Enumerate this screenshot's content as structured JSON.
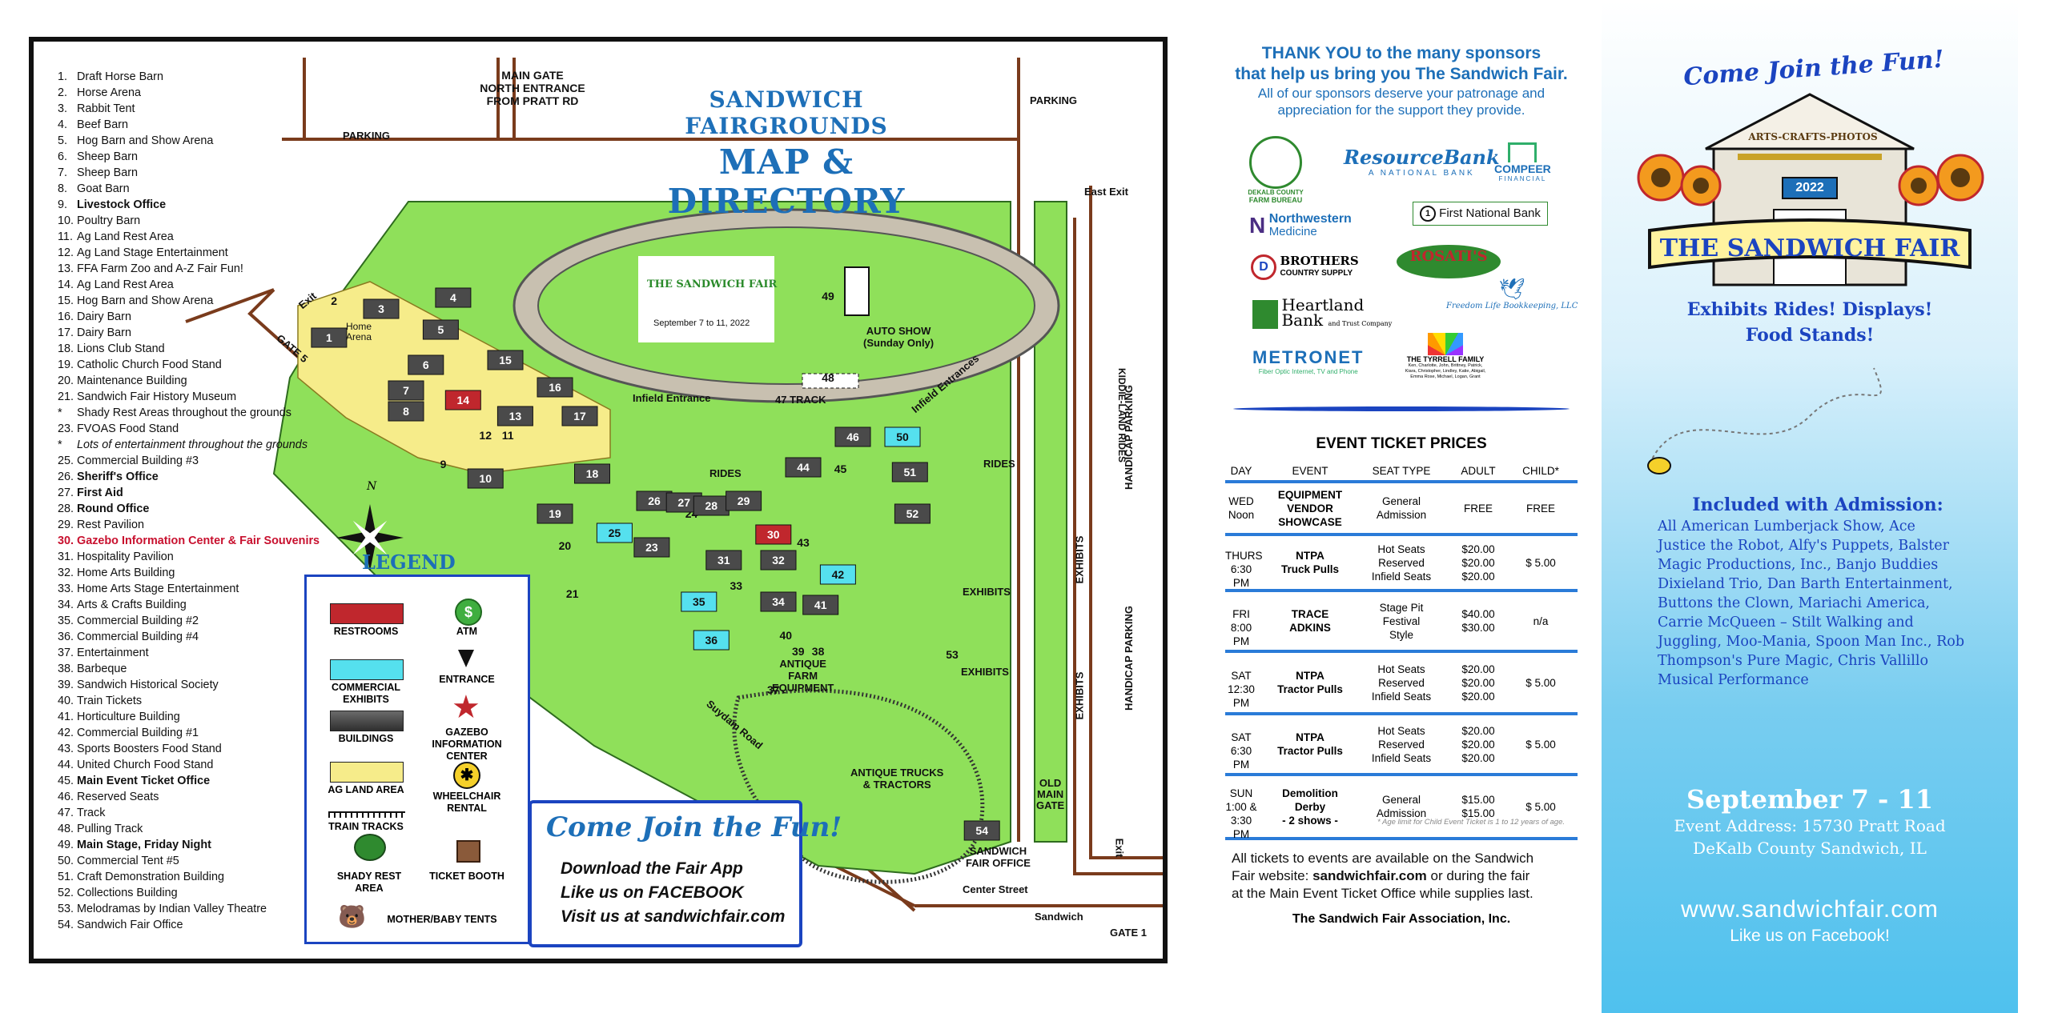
{
  "map": {
    "title_line1": "SANDWICH FAIRGROUNDS",
    "title_line2": "MAP & DIRECTORY",
    "main_gate": [
      "MAIN GATE",
      "NORTH ENTRANCE",
      "FROM PRATT RD"
    ],
    "parking_left": "PARKING",
    "parking_right": "PARKING",
    "east_exit": "East Exit",
    "exit_left": "Exit",
    "gate5": "GATE 5",
    "exit_bottom": "Exit",
    "handicap_parking_top": "HANDICAP PARKING",
    "handicap_parking_bottom": "HANDICAP PARKING",
    "infield_entrance": "Infield Entrance",
    "infield_entrances": "Infield Entrances",
    "track": "47 TRACK",
    "auto_show": [
      "AUTO SHOW",
      "(Sunday Only)"
    ],
    "rides_1": "RIDES",
    "rides_2": "RIDES",
    "kiddieland": "KIDDIE-LAND RIDES",
    "exhibits_1": "EXHIBITS",
    "exhibits_2": "EXHIBITS",
    "exhibits_3": "EXHIBITS",
    "exhibits_4": "EXHIBITS",
    "antique_farm": [
      "ANTIQUE",
      "FARM",
      "EQUIPMENT"
    ],
    "antique_trucks": [
      "ANTIQUE TRUCKS",
      "& TRACTORS"
    ],
    "old_main_gate": [
      "OLD",
      "MAIN",
      "GATE"
    ],
    "fair_office": [
      "SANDWICH",
      "FAIR OFFICE"
    ],
    "suydam_road": "Suydam Road",
    "center_street": "Center Street",
    "sandwich": "Sandwich",
    "gate1": "GATE 1",
    "home_arena": [
      "Home",
      "Arena"
    ],
    "track_logo_title": "THE SANDWICH FAIR",
    "track_logo_dates": "September 7 to 11, 2022",
    "compass": "N",
    "building_numbers": [
      "1",
      "2",
      "3",
      "4",
      "5",
      "6",
      "7",
      "8",
      "9",
      "10",
      "11",
      "12",
      "13",
      "14",
      "15",
      "16",
      "17",
      "18",
      "19",
      "20",
      "21",
      "23",
      "24",
      "25",
      "26",
      "27",
      "28",
      "29",
      "30",
      "31",
      "32",
      "33",
      "34",
      "35",
      "36",
      "37",
      "38",
      "39",
      "40",
      "41",
      "42",
      "43",
      "44",
      "45",
      "46",
      "48",
      "49",
      "50",
      "51",
      "52",
      "53",
      "54"
    ]
  },
  "directory": [
    {
      "n": "1.",
      "t": "Draft Horse Barn",
      "s": ""
    },
    {
      "n": "2.",
      "t": "Horse Arena",
      "s": ""
    },
    {
      "n": "3.",
      "t": "Rabbit Tent",
      "s": ""
    },
    {
      "n": "4.",
      "t": "Beef Barn",
      "s": ""
    },
    {
      "n": "5.",
      "t": "Hog Barn and Show Arena",
      "s": ""
    },
    {
      "n": "6.",
      "t": "Sheep Barn",
      "s": ""
    },
    {
      "n": "7.",
      "t": "Sheep Barn",
      "s": ""
    },
    {
      "n": "8.",
      "t": "Goat Barn",
      "s": ""
    },
    {
      "n": "9.",
      "t": "Livestock Office",
      "s": "b"
    },
    {
      "n": "10.",
      "t": "Poultry Barn",
      "s": ""
    },
    {
      "n": "11.",
      "t": "Ag Land Rest Area",
      "s": ""
    },
    {
      "n": "12.",
      "t": "Ag Land Stage Entertainment",
      "s": ""
    },
    {
      "n": "13.",
      "t": "FFA Farm Zoo and A-Z Fair Fun!",
      "s": ""
    },
    {
      "n": "14.",
      "t": "Ag Land Rest Area",
      "s": ""
    },
    {
      "n": "15.",
      "t": "Hog Barn and Show Arena",
      "s": ""
    },
    {
      "n": "16.",
      "t": "Dairy Barn",
      "s": ""
    },
    {
      "n": "17.",
      "t": "Dairy Barn",
      "s": ""
    },
    {
      "n": "18.",
      "t": "Lions Club Stand",
      "s": ""
    },
    {
      "n": "19.",
      "t": "Catholic Church Food Stand",
      "s": ""
    },
    {
      "n": "20.",
      "t": "Maintenance Building",
      "s": ""
    },
    {
      "n": "21.",
      "t": "Sandwich Fair History Museum",
      "s": ""
    },
    {
      "n": "*",
      "t": "Shady Rest Areas throughout the grounds",
      "s": ""
    },
    {
      "n": "23.",
      "t": "FVOAS Food Stand",
      "s": ""
    },
    {
      "n": "*",
      "t": "Lots of entertainment throughout the grounds",
      "s": "i"
    },
    {
      "n": "25.",
      "t": "Commercial Building #3",
      "s": ""
    },
    {
      "n": "26.",
      "t": "Sheriff's Office",
      "s": "b"
    },
    {
      "n": "27.",
      "t": "First Aid",
      "s": "b"
    },
    {
      "n": "28.",
      "t": "Round Office",
      "s": "b"
    },
    {
      "n": "29.",
      "t": "Rest Pavilion",
      "s": ""
    },
    {
      "n": "30.",
      "t": "Gazebo Information Center & Fair Souvenirs",
      "s": "red"
    },
    {
      "n": "31.",
      "t": "Hospitality Pavilion",
      "s": ""
    },
    {
      "n": "32.",
      "t": "Home Arts Building",
      "s": ""
    },
    {
      "n": "33.",
      "t": "Home Arts Stage Entertainment",
      "s": ""
    },
    {
      "n": "34.",
      "t": "Arts & Crafts Building",
      "s": ""
    },
    {
      "n": "35.",
      "t": "Commercial Building #2",
      "s": ""
    },
    {
      "n": "36.",
      "t": "Commercial Building #4",
      "s": ""
    },
    {
      "n": "37.",
      "t": "Entertainment",
      "s": ""
    },
    {
      "n": "38.",
      "t": "Barbeque",
      "s": ""
    },
    {
      "n": "39.",
      "t": "Sandwich Historical Society",
      "s": ""
    },
    {
      "n": "40.",
      "t": "Train Tickets",
      "s": ""
    },
    {
      "n": "41.",
      "t": "Horticulture Building",
      "s": ""
    },
    {
      "n": "42.",
      "t": "Commercial Building #1",
      "s": ""
    },
    {
      "n": "43.",
      "t": "Sports Boosters Food Stand",
      "s": ""
    },
    {
      "n": "44.",
      "t": "United Church Food Stand",
      "s": ""
    },
    {
      "n": "45.",
      "t": "Main Event Ticket Office",
      "s": "b"
    },
    {
      "n": "46.",
      "t": "Reserved Seats",
      "s": ""
    },
    {
      "n": "47.",
      "t": "Track",
      "s": ""
    },
    {
      "n": "48.",
      "t": "Pulling Track",
      "s": ""
    },
    {
      "n": "49.",
      "t": "Main Stage, Friday Night",
      "s": "b"
    },
    {
      "n": "50.",
      "t": "Commercial Tent #5",
      "s": ""
    },
    {
      "n": "51.",
      "t": "Craft Demonstration Building",
      "s": ""
    },
    {
      "n": "52.",
      "t": "Collections Building",
      "s": ""
    },
    {
      "n": "53.",
      "t": "Melodramas by Indian Valley Theatre",
      "s": ""
    },
    {
      "n": "54.",
      "t": "Sandwich Fair Office",
      "s": ""
    }
  ],
  "legend": {
    "title": "LEGEND",
    "items": {
      "restrooms": "RESTROOMS",
      "atm": "ATM",
      "commercial": "COMMERCIAL EXHIBITS",
      "entrance": "ENTRANCE",
      "buildings": "BUILDINGS",
      "gazebo": "GAZEBO INFORMATION CENTER",
      "agland": "AG LAND AREA",
      "wheelchair": "WHEELCHAIR RENTAL",
      "train": "TRAIN TRACKS",
      "shady": "SHADY REST AREA",
      "ticket": "TICKET BOOTH",
      "mother": "MOTHER/BABY TENTS"
    },
    "atm_symbol": "$"
  },
  "promo": {
    "title": "Come Join the Fun!",
    "line1": "Download the Fair App",
    "line2": "Like us on FACEBOOK",
    "line3": "Visit us at sandwichfair.com"
  },
  "sponsors": {
    "thanks_1": "THANK YOU to the many sponsors",
    "thanks_2": "that help us bring you The Sandwich Fair.",
    "sub_1": "All of our sponsors deserve your patronage and",
    "sub_2": "appreciation for the support they provide.",
    "logos": {
      "farm_bureau": [
        "DEKALB COUNTY",
        "FARM BUREAU"
      ],
      "resource_bank": "ResourceBank",
      "resource_bank_sub": "A NATIONAL BANK",
      "compeer": "COMPEER",
      "compeer_sub": "FINANCIAL",
      "northwestern": "Northwestern",
      "northwestern_sub": "Medicine",
      "first_national": "First National Bank",
      "brothers": "BROTHERS",
      "brothers_sub": "COUNTRY SUPPLY",
      "rosatis": "ROSATI'S",
      "heartland": "Heartland",
      "heartland_sub": "Bank",
      "heartland_tag": "and Trust Company",
      "freedom": "Freedom Life Bookkeeping, LLC",
      "metronet": "METRONET",
      "metronet_sub": "Fiber Optic Internet, TV and Phone",
      "tyrrell": "THE TYRRELL FAMILY",
      "tyrrell_names": [
        "Ken, Charlotte, John, Brittney, Patrick,",
        "Kiara, Christopher, Lindley, Katie, Abigail,",
        "Emma Rose, Michael, Logan, Grant"
      ]
    }
  },
  "tickets": {
    "title": "EVENT TICKET PRICES",
    "headers": [
      "DAY",
      "EVENT",
      "SEAT TYPE",
      "ADULT",
      "CHILD*"
    ],
    "rows": [
      {
        "day": [
          "WED",
          "Noon"
        ],
        "event": [
          "EQUIPMENT",
          "VENDOR",
          "SHOWCASE"
        ],
        "seat": [
          "General",
          "Admission"
        ],
        "adult": [
          "FREE"
        ],
        "child": [
          "FREE"
        ]
      },
      {
        "day": [
          "THURS",
          "6:30 PM"
        ],
        "event": [
          "NTPA",
          "Truck Pulls"
        ],
        "seat": [
          "Hot Seats",
          "Reserved",
          "Infield Seats"
        ],
        "adult": [
          "$20.00",
          "$20.00",
          "$20.00"
        ],
        "child": [
          "$ 5.00"
        ]
      },
      {
        "day": [
          "FRI",
          "8:00 PM"
        ],
        "event": [
          "TRACE",
          "ADKINS"
        ],
        "seat": [
          "Stage Pit",
          "Festival",
          "Style"
        ],
        "adult": [
          "$40.00",
          "$30.00"
        ],
        "child": [
          "n/a"
        ]
      },
      {
        "day": [
          "SAT",
          "12:30 PM"
        ],
        "event": [
          "NTPA",
          "Tractor Pulls"
        ],
        "seat": [
          "Hot Seats",
          "Reserved",
          "Infield Seats"
        ],
        "adult": [
          "$20.00",
          "$20.00",
          "$20.00"
        ],
        "child": [
          "$ 5.00"
        ]
      },
      {
        "day": [
          "SAT",
          "6:30 PM"
        ],
        "event": [
          "NTPA",
          "Tractor Pulls"
        ],
        "seat": [
          "Hot Seats",
          "Reserved",
          "Infield Seats"
        ],
        "adult": [
          "$20.00",
          "$20.00",
          "$20.00"
        ],
        "child": [
          "$ 5.00"
        ]
      },
      {
        "day": [
          "SUN",
          "1:00 &",
          "3:30 PM"
        ],
        "event": [
          "Demolition",
          "Derby",
          "- 2 shows -"
        ],
        "seat": [
          "General",
          "Admission"
        ],
        "adult": [
          "$15.00",
          "$15.00"
        ],
        "child": [
          "$ 5.00"
        ]
      }
    ],
    "footnote": "* Age limit for Child Event Ticket is 1 to 12 years of age.",
    "info_1": "All tickets to events are available on the Sandwich",
    "info_2_a": "Fair website: ",
    "info_2_b": "sandwichfair.com",
    "info_2_c": " or during the fair",
    "info_3": "at the Main Event Ticket Office while supplies last.",
    "assoc": "The Sandwich Fair Association, Inc."
  },
  "cover": {
    "come_join": "Come Join the Fun!",
    "banner_top": "ARTS-CRAFTS-PHOTOS",
    "year": "2022",
    "fair_name": "THE SANDWICH FAIR",
    "tag_1": "Exhibits Rides! Displays!",
    "tag_2": "Food Stands!",
    "included_title": "Included with Admission:",
    "included_lines": [
      "All American Lumberjack Show, Ace",
      "Justice the Robot, Alfy's Puppets, Balster",
      "Magic Productions, Inc., Banjo Buddies",
      "Dixieland Trio, Dan Barth Entertainment,",
      "Buttons the Clown, Mariachi America,",
      "Carrie McQueen – Stilt Walking and",
      "Juggling, Moo-Mania, Spoon Man Inc., Rob",
      "Thompson's Pure Magic, Chris Vallillo",
      "Musical Performance"
    ],
    "dates": "September 7 - 11",
    "address_1": "Event Address: 15730 Pratt Road",
    "address_2": "DeKalb County  Sandwich, IL",
    "website": "www.sandwichfair.com",
    "facebook": "Like us on Facebook!"
  },
  "colors": {
    "grass": "#8fe05a",
    "road": "#7a3b1c",
    "agland": "#f6ec8a",
    "building": "#4a4a4a",
    "restroom": "#c0272d",
    "commercial": "#55e0ee",
    "blue": "#1d6fb8",
    "legend_border": "#1b44c0",
    "red_text": "#c8102e"
  }
}
